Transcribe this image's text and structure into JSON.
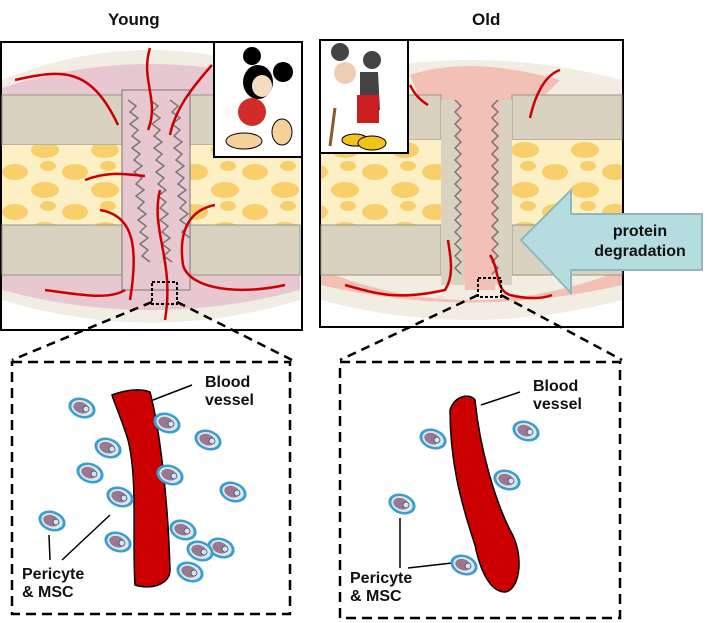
{
  "panels": {
    "young": {
      "title": "Young",
      "callout": {
        "vessel_label_line1": "Blood",
        "vessel_label_line2": "vessel",
        "cell_label_line1": "Pericyte",
        "cell_label_line2": "& MSC"
      },
      "cell_count": 14
    },
    "old": {
      "title": "Old",
      "arrow_label_line1": "protein",
      "arrow_label_line2": "degradation",
      "callout": {
        "vessel_label_line1": "Blood",
        "vessel_label_line2": "vessel",
        "cell_label_line1": "Pericyte",
        "cell_label_line2": "& MSC"
      },
      "cell_count": 5
    }
  },
  "icons": {
    "young": "young-mouse-cartoon-icon",
    "old": "old-mouse-cartoon-icon"
  },
  "colors": {
    "vessel": "#cc0000",
    "callus_young": "#e8c8d0",
    "callus_old": "#f2c0b4",
    "bone_cortex": "#d9d2c0",
    "marrow": "#fbe7a8",
    "arrow_fill": "#b5dde0",
    "cell_ring": "#3a9fd0"
  }
}
